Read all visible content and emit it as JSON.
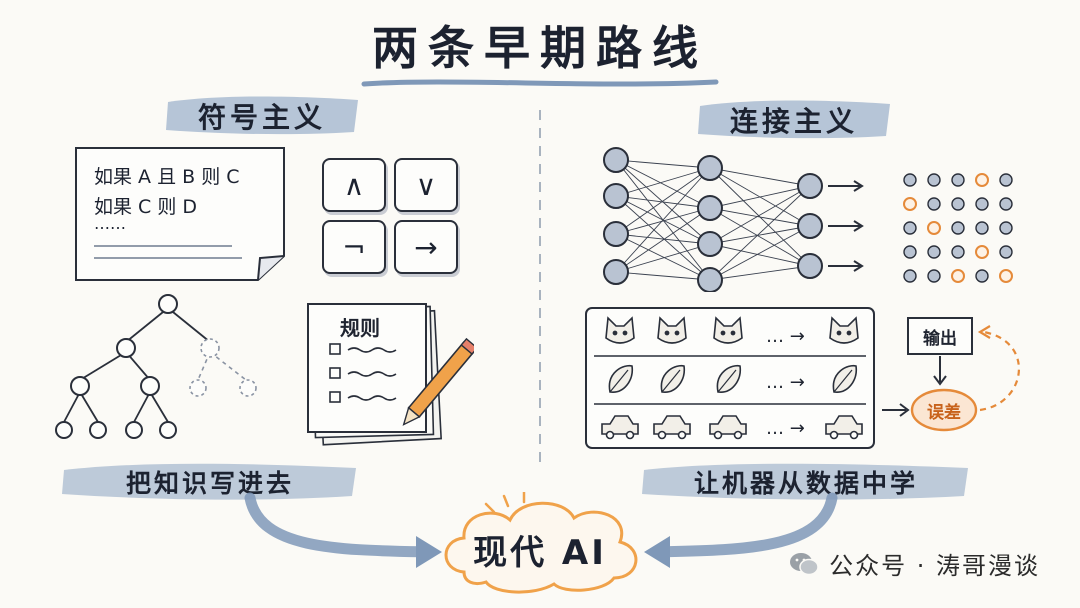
{
  "title": "两条早期路线",
  "left": {
    "label": "符号主义",
    "rules": [
      "如果 A 且 B 则 C",
      "如果 C 则 D",
      "……"
    ],
    "operators": [
      "∧",
      "∨",
      "¬",
      "→"
    ],
    "notebook_title": "规则",
    "caption": "把知识写进去"
  },
  "right": {
    "label": "连接主义",
    "sequence_ellipsis": "…",
    "sequence_arrow": "→",
    "output_label": "输出",
    "error_label": "误差",
    "caption": "让机器从数据中学"
  },
  "center": {
    "label": "现代 AI"
  },
  "watermark": {
    "text": "公众号 · 涛哥漫谈",
    "icon": "wechat-icon"
  },
  "colors": {
    "ink": "#1c2230",
    "brush": "#8fa6c2",
    "accent_orange": "#e58a3a",
    "node_fill": "#b9c3d2",
    "cloud": "#f3b15a"
  }
}
